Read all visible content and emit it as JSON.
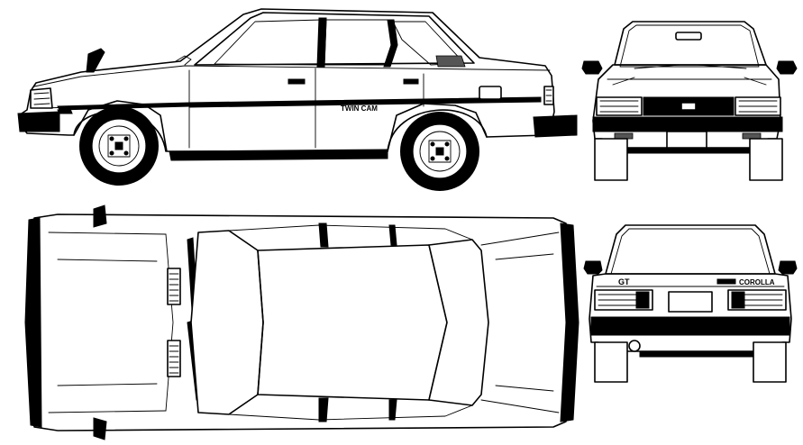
{
  "badges": {
    "side_model": "TWIN CAM",
    "rear_model": "COROLLA",
    "rear_grade": "GT"
  },
  "colors": {
    "ink": "#000000",
    "paper": "#ffffff"
  }
}
